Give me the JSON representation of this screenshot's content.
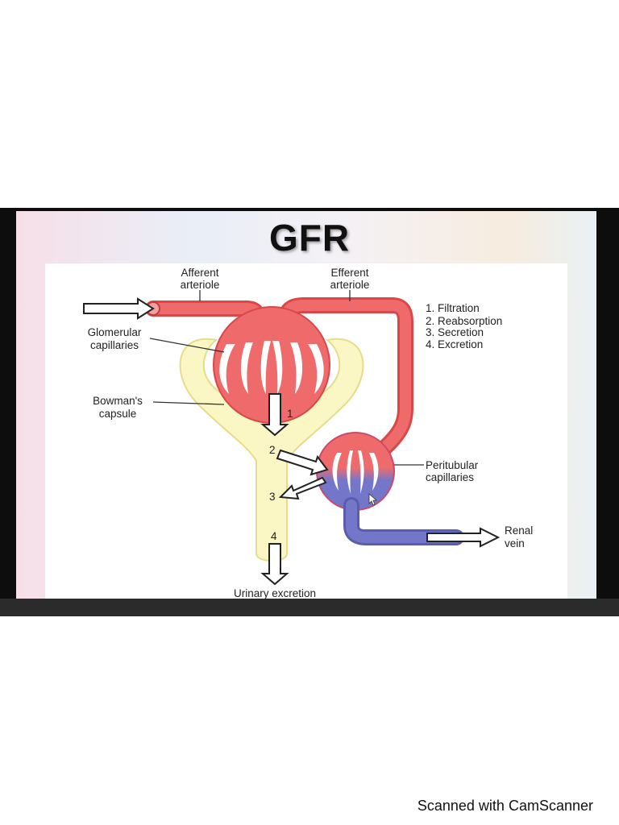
{
  "slide": {
    "title": "GFR"
  },
  "diagram": {
    "labels": {
      "afferent_1": "Afferent",
      "afferent_2": "arteriole",
      "efferent_1": "Efferent",
      "efferent_2": "arteriole",
      "glomerular_1": "Glomerular",
      "glomerular_2": "capillaries",
      "bowmans_1": "Bowman's",
      "bowmans_2": "capsule",
      "peritubular_1": "Peritubular",
      "peritubular_2": "capillaries",
      "renal_1": "Renal",
      "renal_2": "vein",
      "urinary": "Urinary excretion"
    },
    "steps": [
      "1. Filtration",
      "2. Reabsorption",
      "3. Secretion",
      "4. Excretion"
    ],
    "step_markers": [
      "1",
      "2",
      "3",
      "4"
    ],
    "colors": {
      "arterial": "#ef6b6b",
      "arterial_dark": "#d94848",
      "venous": "#7476c9",
      "capsule": "#fbf7c4",
      "capsule_edge": "#e6dc8c"
    }
  },
  "footer": {
    "scanner_text": "Scanned with CamScanner"
  }
}
